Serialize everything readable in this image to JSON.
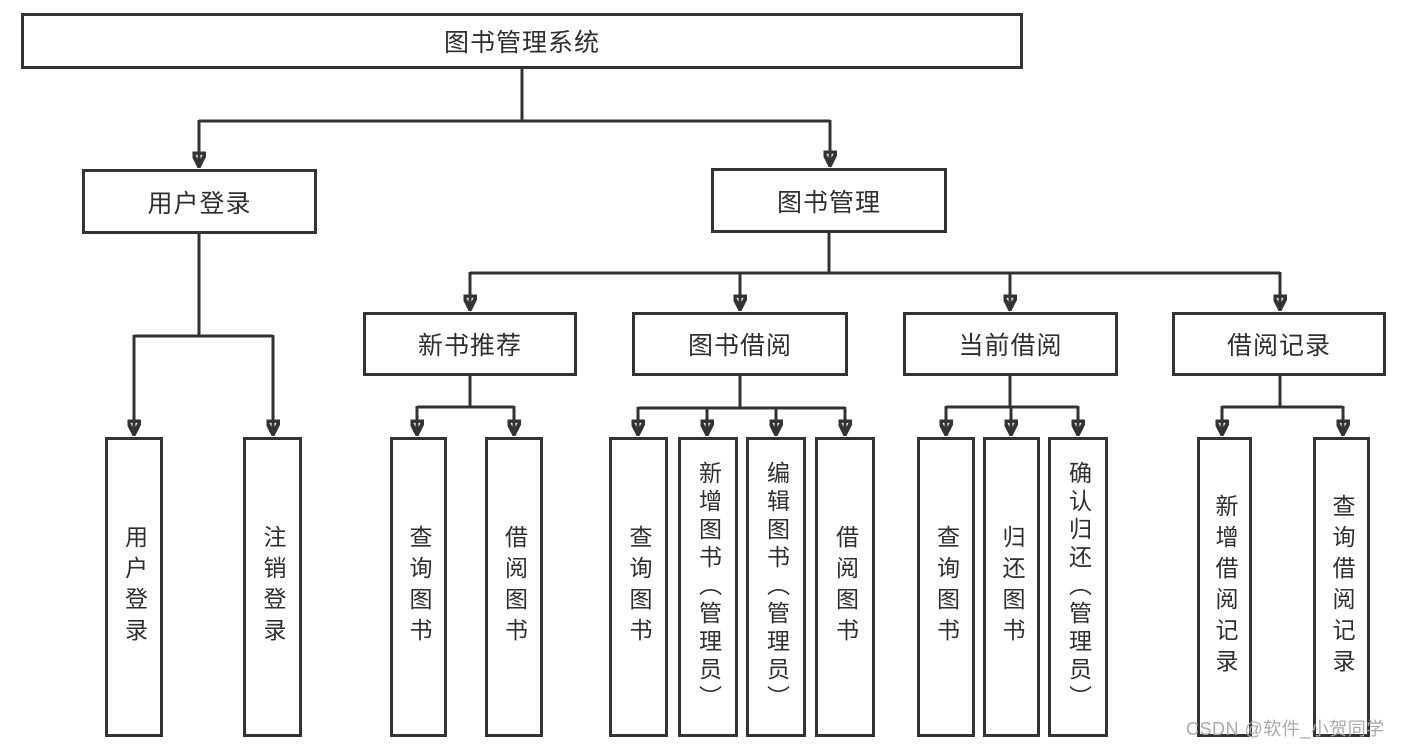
{
  "diagram_title": "图书管理系统",
  "colors": {
    "line": "#333333",
    "box_border": "#333333",
    "text": "#2f2f2f",
    "background": "#ffffff",
    "watermark": "#aaaaaa"
  },
  "tree": {
    "root": {
      "label": "图书管理系统",
      "children": [
        {
          "label": "用户登录",
          "children": [
            {
              "label": "用户登录"
            },
            {
              "label": "注销登录"
            }
          ]
        },
        {
          "label": "图书管理",
          "children": [
            {
              "label": "新书推荐",
              "children": [
                {
                  "label": "查询图书"
                },
                {
                  "label": "借阅图书"
                }
              ]
            },
            {
              "label": "图书借阅",
              "children": [
                {
                  "label": "查询图书"
                },
                {
                  "label": "新增图书（管理员）"
                },
                {
                  "label": "编辑图书（管理员）"
                },
                {
                  "label": "借阅图书"
                }
              ]
            },
            {
              "label": "当前借阅",
              "children": [
                {
                  "label": "查询图书"
                },
                {
                  "label": "归还图书"
                },
                {
                  "label": "确认归还（管理员）"
                }
              ]
            },
            {
              "label": "借阅记录",
              "children": [
                {
                  "label": "新增借阅记录"
                },
                {
                  "label": "查询借阅记录"
                }
              ]
            }
          ]
        }
      ]
    }
  },
  "watermark": {
    "text": "CSDN @软件_小贺同学"
  }
}
